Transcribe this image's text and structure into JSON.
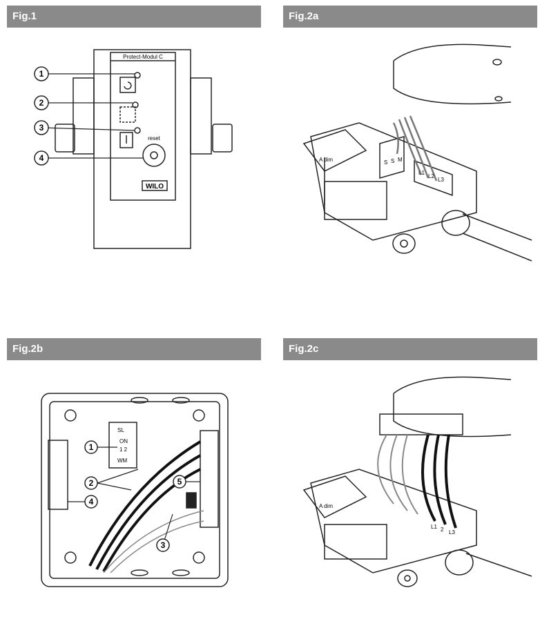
{
  "figures": [
    {
      "id": "fig1",
      "title": "Fig.1"
    },
    {
      "id": "fig2a",
      "title": "Fig.2a"
    },
    {
      "id": "fig2b",
      "title": "Fig.2b"
    },
    {
      "id": "fig2c",
      "title": "Fig.2c"
    }
  ],
  "fig1": {
    "module_label": "Protect-Modul C",
    "reset_label": "reset",
    "brand": "WILO",
    "callouts": [
      "1",
      "2",
      "3",
      "4"
    ]
  },
  "fig2a": {
    "terminal_labels": [
      "S",
      "S",
      "M",
      "L1",
      "L2",
      "L3"
    ],
    "cover_text": "A dim"
  },
  "fig2b": {
    "switch_labels": {
      "top": "SL",
      "on": "ON",
      "nums": "1 2",
      "bottom": "WM"
    },
    "callouts": [
      "1",
      "2",
      "3",
      "4",
      "5"
    ]
  },
  "fig2c": {
    "terminal_labels": [
      "L1",
      "2",
      "L3"
    ],
    "cover_text": "A dim"
  },
  "colors": {
    "header_bg": "#8a8a8a",
    "header_text": "#ffffff",
    "line": "#222222"
  }
}
